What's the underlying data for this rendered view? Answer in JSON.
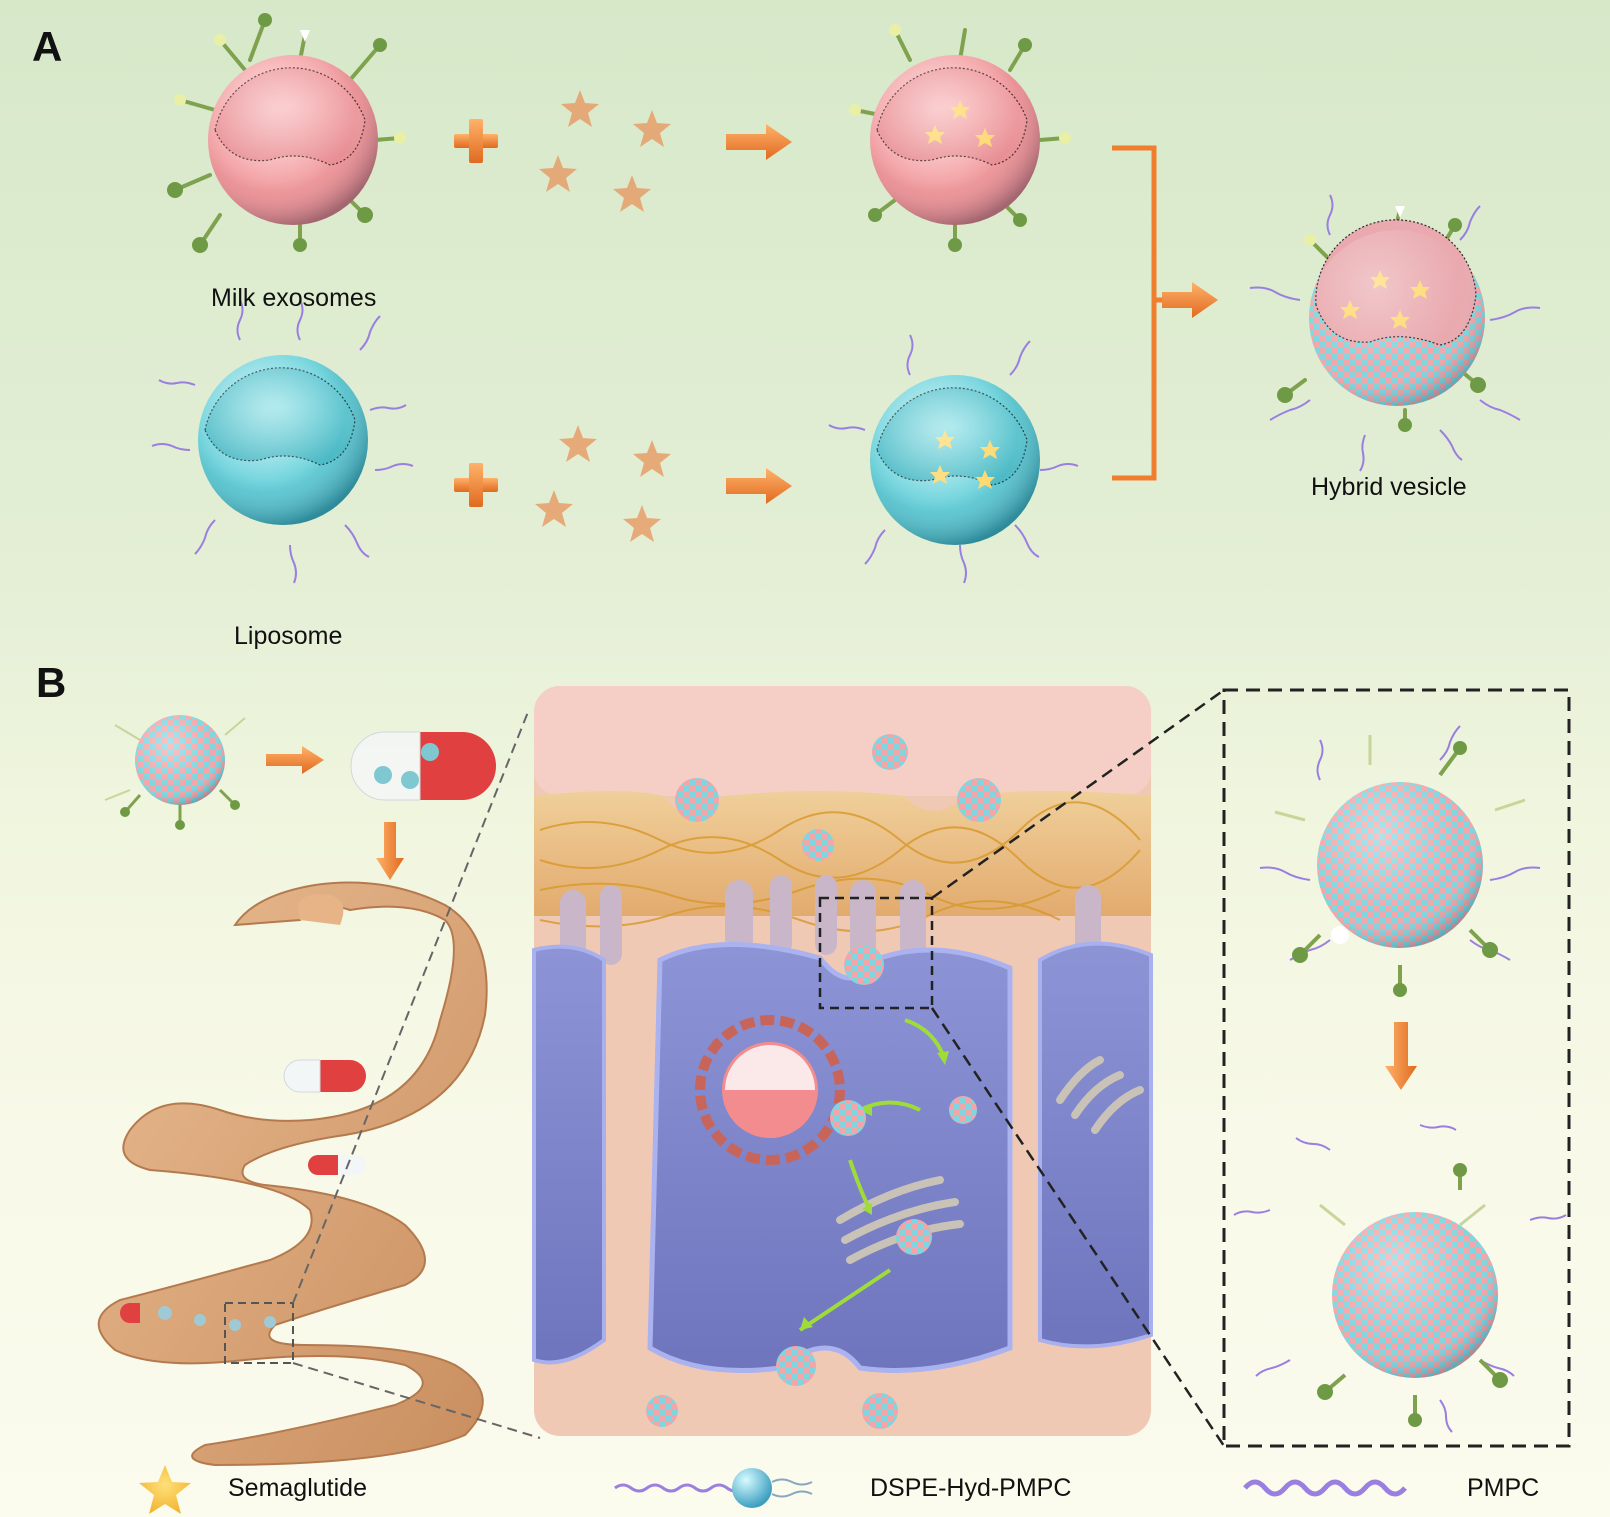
{
  "panels": {
    "a": "A",
    "b": "B"
  },
  "labels": {
    "milk_exosomes": "Milk exosomes",
    "liposome": "Liposome",
    "hybrid_vesicle": "Hybrid vesicle"
  },
  "legend": {
    "semaglutide": "Semaglutide",
    "dspe": "DSPE-Hyd-PMPC",
    "pmpc": "PMPC"
  },
  "colors": {
    "exosome_pink": "#f2a3a6",
    "liposome_cyan": "#6fd3dc",
    "arrow_orange": "#ef8a3a",
    "drug_star": "#e9a673",
    "pmpc_purple": "#9a7fe0",
    "cell_blue": "#7f86c9",
    "tissue_orange": "#e9b97e",
    "gut_tan": "#d9a57b"
  }
}
